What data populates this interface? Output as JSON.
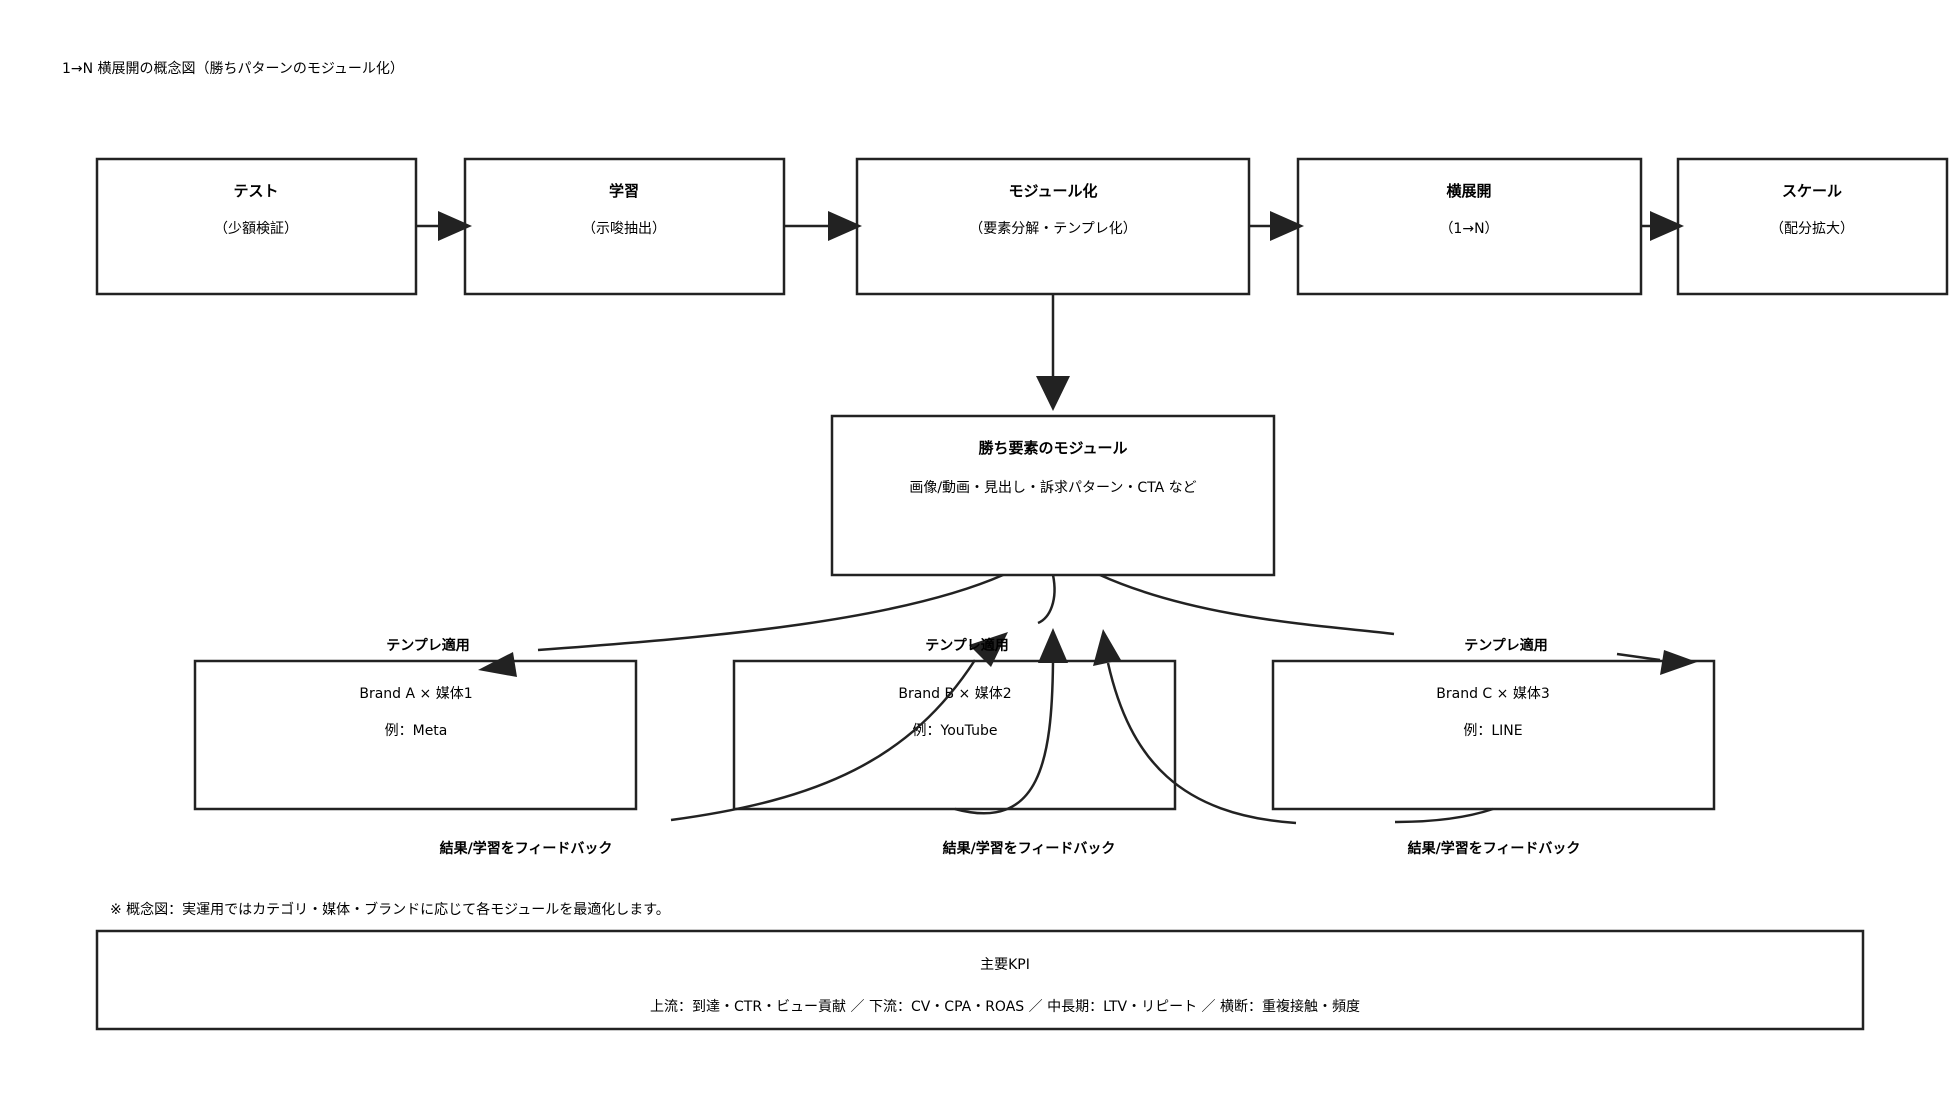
{
  "title": "1→N 横展開の概念図（勝ちパターンのモジュール化）",
  "flow": [
    {
      "label": "テスト",
      "sub": "（少額検証）"
    },
    {
      "label": "学習",
      "sub": "（示唆抽出）"
    },
    {
      "label": "モジュール化",
      "sub": "（要素分解・テンプレ化）"
    },
    {
      "label": "横展開",
      "sub": "（1→N）"
    },
    {
      "label": "スケール",
      "sub": "（配分拡大）"
    }
  ],
  "module": {
    "title": "勝ち要素のモジュール",
    "desc": "画像/動画・見出し・訴求パターン・CTA など"
  },
  "brands": [
    {
      "name": "Brand A × 媒体1",
      "example": "例：Meta"
    },
    {
      "name": "Brand B × 媒体2",
      "example": "例：YouTube"
    },
    {
      "name": "Brand C × 媒体3",
      "example": "例：LINE"
    }
  ],
  "apply_label": "テンプレ適用",
  "feedback_label": "結果/学習をフィードバック",
  "note": "※ 概念図：実運用ではカテゴリ・媒体・ブランドに応じて各モジュールを最適化します。",
  "kpi": {
    "title": "主要KPI",
    "desc": "上流：到達・CTR・ビュー貢献 ／ 下流：CV・CPA・ROAS ／ 中長期：LTV・リピート ／ 横断：重複接触・頻度"
  }
}
